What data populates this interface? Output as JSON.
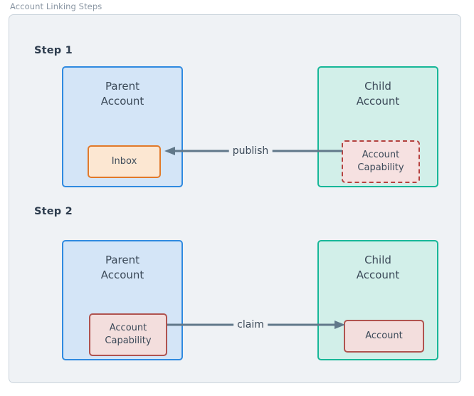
{
  "figure": {
    "title": "Account Linking Steps",
    "background_color": "#eff2f5",
    "frame_border_color": "#ccd5dd",
    "title_color": "#8a96a3"
  },
  "colors": {
    "parent_fill": "#d4e5f7",
    "parent_border": "#2f8ae0",
    "child_fill": "#d2efe9",
    "child_border": "#17b798",
    "inbox_fill": "#fce7d2",
    "inbox_border": "#e1792a",
    "capability_fill": "#f6e1e1",
    "capability_border": "#b5413f",
    "account_fill": "#f3dedd",
    "account_border": "#b0534f",
    "edge_color": "#61788a",
    "text_color": "#3c4a59",
    "step_label_color": "#2e3d4e"
  },
  "steps": [
    {
      "label": "Step 1",
      "parent": {
        "title": "Parent\nAccount",
        "inner": {
          "label": "Inbox",
          "style": "solid-orange"
        }
      },
      "child": {
        "title": "Child\nAccount",
        "inner": {
          "label": "Account\nCapability",
          "style": "dashed-red"
        }
      },
      "edge": {
        "label": "publish",
        "direction": "right-to-left"
      }
    },
    {
      "label": "Step 2",
      "parent": {
        "title": "Parent\nAccount",
        "inner": {
          "label": "Account\nCapability",
          "style": "solid-red"
        }
      },
      "child": {
        "title": "Child\nAccount",
        "inner": {
          "label": "Account",
          "style": "solid-red"
        }
      },
      "edge": {
        "label": "claim",
        "direction": "left-to-right"
      }
    }
  ]
}
